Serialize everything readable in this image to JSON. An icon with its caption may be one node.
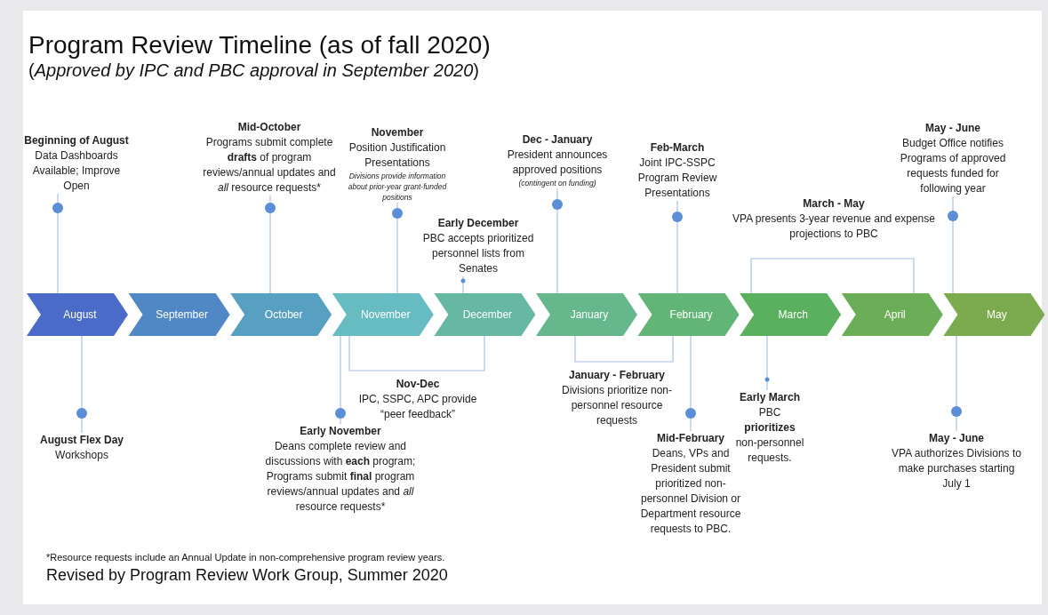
{
  "diagram": {
    "title": "Program Review Timeline (as of fall 2020)",
    "nodes": [
      {
        "text": [
          "August"
        ]
      },
      {
        "text": [
          "September"
        ]
      },
      {
        "text": [
          "October"
        ]
      },
      {
        "text": [
          "November"
        ]
      },
      {
        "text": [
          "December"
        ]
      },
      {
        "text": [
          "January"
        ]
      },
      {
        "text": [
          "February"
        ]
      },
      {
        "text": [
          "March"
        ]
      },
      {
        "text": [
          "April"
        ]
      },
      {
        "text": [
          "May"
        ]
      },
      {
        "text": [
          "Beginning of August",
          "Data Dashboards Available; Improve Open"
        ]
      },
      {
        "text": [
          "Mid-October",
          "Programs submit complete **drafts** of program reviews/annual updates and *all* resource requests*"
        ]
      },
      {
        "text": [
          "November",
          "Position Justification Presentations",
          "Divisions provide information about prior-year grant-funded positions"
        ]
      },
      {
        "text": [
          "Early December",
          "PBC accepts prioritized personnel lists from Senates"
        ]
      },
      {
        "text": [
          "Dec - January",
          "President announces approved positions",
          "(contingent on funding)"
        ]
      },
      {
        "text": [
          "Feb-March",
          "Joint IPC-SSPC Program Review Presentations"
        ]
      },
      {
        "text": [
          "March - May",
          "VPA presents 3-year revenue and expense projections to PBC"
        ]
      },
      {
        "text": [
          "May - June",
          "Budget Office notifies Programs of approved requests funded for following year"
        ]
      },
      {
        "text": [
          "August Flex Day",
          "Workshops"
        ]
      },
      {
        "text": [
          "Early November",
          "Deans complete review and discussions with **each** program; Programs submit **final** program reviews/annual updates and *all* resource requests*"
        ]
      },
      {
        "text": [
          "Nov-Dec",
          "IPC, SSPC, APC provide “peer feedback”"
        ]
      },
      {
        "text": [
          "January - February",
          "Divisions prioritize non-personnel resource requests"
        ]
      },
      {
        "text": [
          "Mid-February",
          "Deans, VPs and President submit prioritized non-personnel Division or Department resource requests to PBC."
        ]
      },
      {
        "text": [
          "Early March",
          "PBC **prioritizes** non-personnel requests."
        ]
      },
      {
        "text": [
          "May - June",
          "VPA authorizes Divisions to make purchases starting July 1"
        ]
      }
    ],
    "edges": [
      {
        "from": 10,
        "to": 0,
        "arrow": "other"
      },
      {
        "from": 11,
        "to": 2,
        "arrow": "other"
      },
      {
        "from": 12,
        "to": 3,
        "arrow": "other"
      },
      {
        "from": 13,
        "to": 4,
        "arrow": "other"
      },
      {
        "from": 14,
        "to": 5,
        "arrow": "other"
      },
      {
        "from": 15,
        "to": 6,
        "arrow": "other"
      },
      {
        "from": 17,
        "to": 9,
        "arrow": "other"
      },
      {
        "from": 18,
        "to": 0,
        "arrow": "other"
      },
      {
        "from": 19,
        "to": 3,
        "arrow": "other"
      },
      {
        "from": 22,
        "to": 6,
        "arrow": "other"
      },
      {
        "from": 23,
        "to": 7,
        "arrow": "other"
      },
      {
        "from": 24,
        "to": 9,
        "arrow": "other"
      }
    ],
    "labels": [
      "(*Approved by IPC and PBC approval in September 2020*)",
      "*Resource requests include an Annual Update in non-comprehensive program review years.",
      "Revised by Program Review Work Group, Summer 2020"
    ]
  }
}
